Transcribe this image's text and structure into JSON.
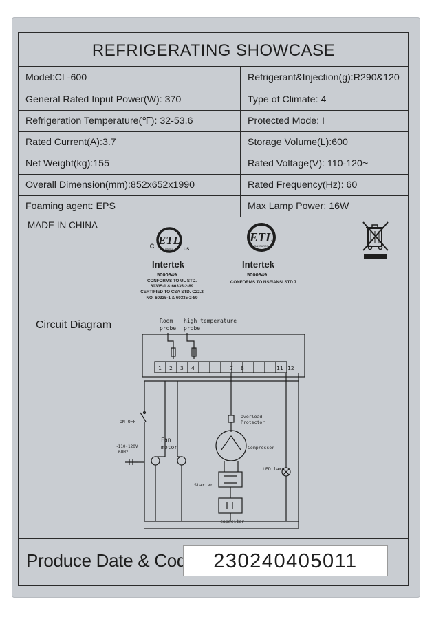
{
  "title": "REFRIGERATING SHOWCASE",
  "specs": [
    {
      "left": "Model:CL-600",
      "right": "Refrigerant&Injection(g):R290&120"
    },
    {
      "left": "General Rated Input Power(W): 370",
      "right": "Type of Climate:  4"
    },
    {
      "left": "Refrigeration Temperature(℉): 32-53.6",
      "right": "Protected Mode: I"
    },
    {
      "left": "Rated Current(A):3.7",
      "right": "Storage Volume(L):600"
    },
    {
      "left": "Net Weight(kg):155",
      "right": "Rated Voltage(V): 110-120~"
    },
    {
      "left": "Overall Dimension(mm):852x652x1990",
      "right": "Rated Frequency(Hz): 60"
    },
    {
      "left": "Foaming agent: EPS",
      "right": "Max Lamp Power: 16W"
    }
  ],
  "made_in": "MADE IN CHINA",
  "cert1": {
    "mark_c": "C",
    "mark_us": "US",
    "mark_text": "ETL",
    "mark_small": "LISTED",
    "brand": "Intertek",
    "number": "5000649",
    "lines": [
      "CONFORMS TO UL STD.",
      "60335-1 & 60335-2-89",
      "CERTIFIED TO CSA STD. C22.2",
      "NO. 60335-1 & 60335-2-89"
    ]
  },
  "cert2": {
    "mark_text": "ETL",
    "mark_small": "SANITATION",
    "brand": "Intertek",
    "number": "5000649",
    "lines": [
      "CONFORMS TO NSF/ANSI STD.7"
    ]
  },
  "circuit": {
    "title": "Circuit Diagram",
    "room_probe": [
      "Room",
      "probe"
    ],
    "high_temp_probe": [
      "high temperature",
      "probe"
    ],
    "terminals": [
      "1",
      "2",
      "3",
      "4",
      "",
      "",
      "7",
      "8",
      "",
      "",
      "11",
      "12"
    ],
    "on_off": "ON-OFF",
    "supply": [
      "~110-120V",
      "60Hz"
    ],
    "fan_motor": [
      "Fan",
      "motor"
    ],
    "overload": [
      "Overload",
      "Protector"
    ],
    "compressor": "Compressor",
    "led_lamp": "LED lamp",
    "starter": "Starter",
    "capacitor": "capacitor"
  },
  "produce": {
    "label": "Produce Date & Code:",
    "code": "230240405011"
  },
  "colors": {
    "plate": "#c9cdd2",
    "ink": "#1e1e1e"
  }
}
